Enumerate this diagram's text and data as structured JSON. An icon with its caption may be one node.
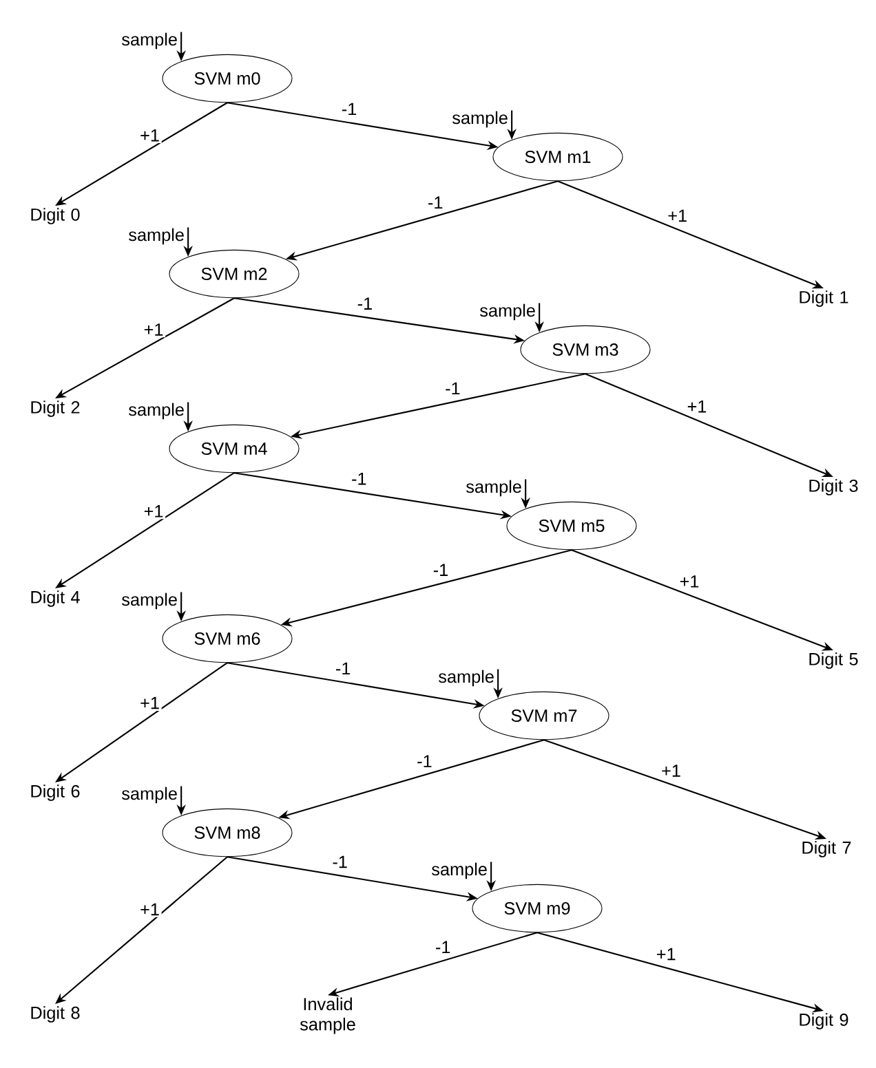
{
  "diagram": {
    "nodes": [
      {
        "text": [
          "sample"
        ]
      },
      {
        "text": [
          "SVM m0"
        ]
      },
      {
        "text": [
          "Digit 0"
        ]
      },
      {
        "text": [
          "sample"
        ]
      },
      {
        "text": [
          "SVM m1"
        ]
      },
      {
        "text": [
          "Digit 1"
        ]
      },
      {
        "text": [
          "sample"
        ]
      },
      {
        "text": [
          "SVM m2"
        ]
      },
      {
        "text": [
          "Digit 2"
        ]
      },
      {
        "text": [
          "sample"
        ]
      },
      {
        "text": [
          "SVM m3"
        ]
      },
      {
        "text": [
          "Digit 3"
        ]
      },
      {
        "text": [
          "sample"
        ]
      },
      {
        "text": [
          "SVM m4"
        ]
      },
      {
        "text": [
          "Digit 4"
        ]
      },
      {
        "text": [
          "sample"
        ]
      },
      {
        "text": [
          "SVM m5"
        ]
      },
      {
        "text": [
          "Digit 5"
        ]
      },
      {
        "text": [
          "sample"
        ]
      },
      {
        "text": [
          "SVM m6"
        ]
      },
      {
        "text": [
          "Digit 6"
        ]
      },
      {
        "text": [
          "sample"
        ]
      },
      {
        "text": [
          "SVM m7"
        ]
      },
      {
        "text": [
          "Digit 7"
        ]
      },
      {
        "text": [
          "sample"
        ]
      },
      {
        "text": [
          "SVM m8"
        ]
      },
      {
        "text": [
          "Digit 8"
        ]
      },
      {
        "text": [
          "sample"
        ]
      },
      {
        "text": [
          "SVM m9"
        ]
      },
      {
        "text": [
          "Digit 9"
        ]
      },
      {
        "text": [
          "Invalid sample"
        ]
      }
    ],
    "edges": [
      {
        "from": 0,
        "to": 1,
        "arrow": "to"
      },
      {
        "from": 1,
        "to": 2,
        "arrow": "to",
        "label": "+1"
      },
      {
        "from": 1,
        "to": 4,
        "arrow": "to",
        "label": "-1"
      },
      {
        "from": 3,
        "to": 4,
        "arrow": "to"
      },
      {
        "from": 4,
        "to": 5,
        "arrow": "to",
        "label": "+1"
      },
      {
        "from": 4,
        "to": 7,
        "arrow": "to",
        "label": "-1"
      },
      {
        "from": 6,
        "to": 7,
        "arrow": "to"
      },
      {
        "from": 7,
        "to": 8,
        "arrow": "to",
        "label": "+1"
      },
      {
        "from": 7,
        "to": 10,
        "arrow": "to",
        "label": "-1"
      },
      {
        "from": 9,
        "to": 10,
        "arrow": "to"
      },
      {
        "from": 10,
        "to": 11,
        "arrow": "to",
        "label": "+1"
      },
      {
        "from": 10,
        "to": 13,
        "arrow": "to",
        "label": "-1"
      },
      {
        "from": 12,
        "to": 13,
        "arrow": "to"
      },
      {
        "from": 13,
        "to": 14,
        "arrow": "to",
        "label": "+1"
      },
      {
        "from": 13,
        "to": 16,
        "arrow": "to",
        "label": "-1"
      },
      {
        "from": 15,
        "to": 16,
        "arrow": "to"
      },
      {
        "from": 16,
        "to": 17,
        "arrow": "to",
        "label": "+1"
      },
      {
        "from": 16,
        "to": 19,
        "arrow": "to",
        "label": "-1"
      },
      {
        "from": 18,
        "to": 19,
        "arrow": "to"
      },
      {
        "from": 19,
        "to": 20,
        "arrow": "to",
        "label": "+1"
      },
      {
        "from": 19,
        "to": 22,
        "arrow": "to",
        "label": "-1"
      },
      {
        "from": 21,
        "to": 22,
        "arrow": "to"
      },
      {
        "from": 22,
        "to": 23,
        "arrow": "to",
        "label": "+1"
      },
      {
        "from": 22,
        "to": 25,
        "arrow": "to",
        "label": "-1"
      },
      {
        "from": 24,
        "to": 25,
        "arrow": "to"
      },
      {
        "from": 25,
        "to": 26,
        "arrow": "to",
        "label": "+1"
      },
      {
        "from": 25,
        "to": 28,
        "arrow": "to",
        "label": "-1"
      },
      {
        "from": 27,
        "to": 28,
        "arrow": "to"
      },
      {
        "from": 28,
        "to": 29,
        "arrow": "to",
        "label": "+1"
      },
      {
        "from": 28,
        "to": 30,
        "arrow": "to",
        "label": "-1"
      }
    ]
  }
}
